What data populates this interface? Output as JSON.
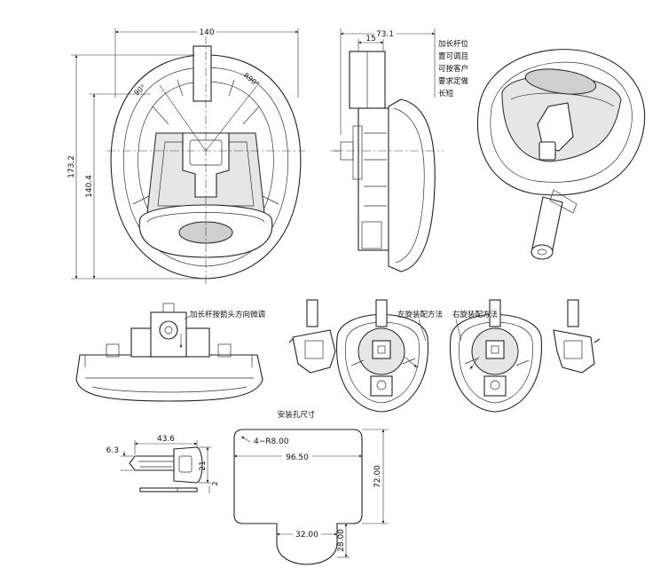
{
  "labels": {
    "front_width": "140",
    "front_height_outer": "173.2",
    "front_height_inner": "140.4",
    "angle_left": "90°",
    "radius_right": "R90°",
    "side_width": "73.1",
    "side_offset": "15",
    "note_rod_1": "加长杆位",
    "note_rod_2": "置可调且",
    "note_rod_3": "可按客户",
    "note_rod_4": "要求定做",
    "note_rod_5": "长短",
    "note_fine_tune": "加长杆按箭头方向微调",
    "left_mount": "左旋装配方法",
    "right_mount": "右旋装配方法",
    "cutout_title": "安装孔尺寸",
    "key_length": "43.6",
    "key_head": "6.3",
    "key_width": "21",
    "key_thickness": "2",
    "corner_radius": "4−R8.00",
    "cutout_width": "96.50",
    "cutout_height": "72.00",
    "tab_width": "32.00",
    "tab_height": "28.00"
  }
}
